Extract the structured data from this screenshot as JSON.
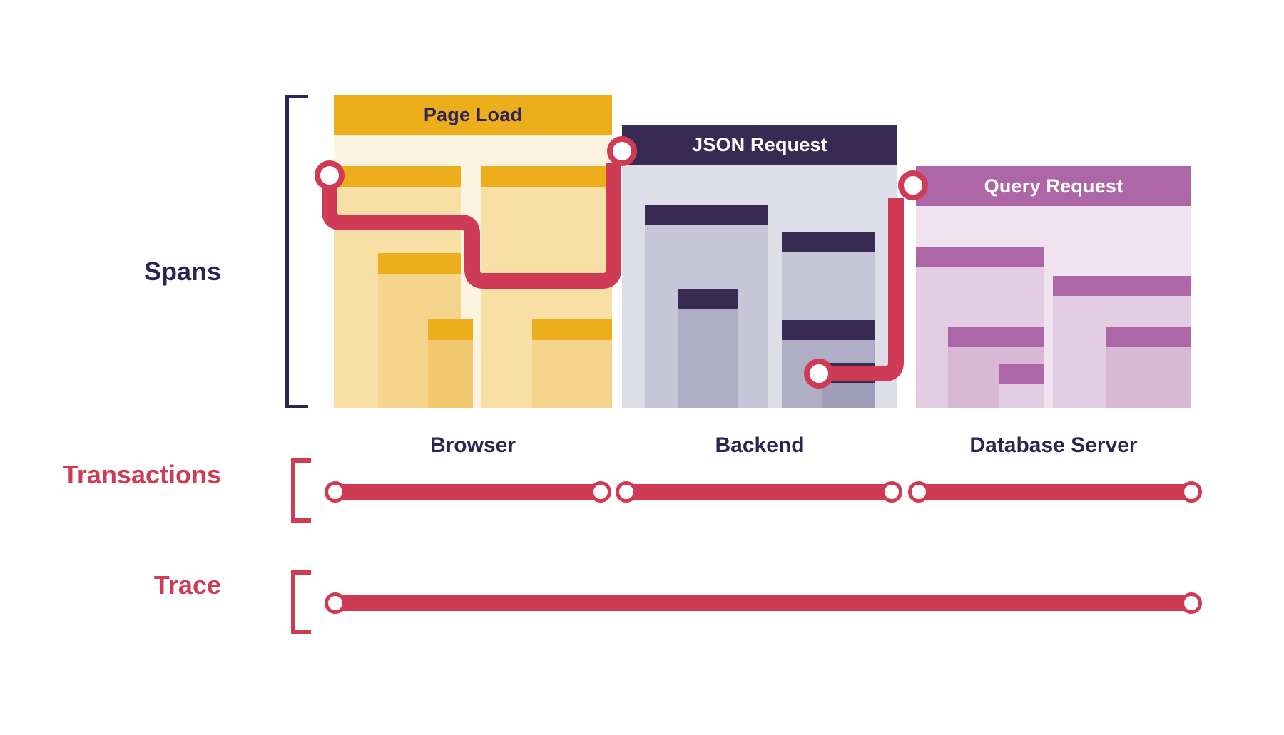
{
  "colors": {
    "accent_red": "#CF3B54",
    "ink_navy": "#2E2451",
    "browser_header": "#EDAE1C",
    "browser_body": "#FBF3DE",
    "browser_bar": "#F8DFA5",
    "browser_cap": "#EDAE1C",
    "backend_header": "#372B54",
    "backend_body": "#DEDEE8",
    "backend_bar": "#BFBDD2",
    "backend_cap": "#372B54",
    "database_header": "#AE67A6",
    "database_body": "#F0E3EF",
    "database_bar": "#E2CDE2",
    "database_cap": "#AE67A6",
    "white": "#FFFFFF"
  },
  "rows": {
    "spans": {
      "label": "Spans"
    },
    "transactions": {
      "label": "Transactions"
    },
    "trace": {
      "label": "Trace"
    }
  },
  "services": [
    {
      "key": "browser",
      "header_label": "Page Load",
      "caption": "Browser",
      "spans": [
        {
          "name": "root-span-left"
        },
        {
          "name": "child-span-left"
        },
        {
          "name": "leaf-span-left"
        },
        {
          "name": "root-span-right"
        },
        {
          "name": "leaf-span-right"
        }
      ]
    },
    {
      "key": "backend",
      "header_label": "JSON Request",
      "caption": "Backend",
      "spans": [
        {
          "name": "root-span-left"
        },
        {
          "name": "child-span-left"
        },
        {
          "name": "root-span-right"
        },
        {
          "name": "child-span-right"
        },
        {
          "name": "leaf-span-right"
        }
      ]
    },
    {
      "key": "database",
      "header_label": "Query Request",
      "caption": "Database Server",
      "spans": [
        {
          "name": "root-span-left"
        },
        {
          "name": "child-span-left"
        },
        {
          "name": "leaf-span-left"
        },
        {
          "name": "root-span-right"
        },
        {
          "name": "child-span-right"
        }
      ]
    }
  ],
  "transactions_line": {
    "segments": [
      {
        "name": "transaction-segment-browser"
      },
      {
        "name": "transaction-segment-backend"
      },
      {
        "name": "transaction-segment-database"
      }
    ],
    "node_count": 6
  },
  "trace_line": {
    "node_count": 2
  }
}
